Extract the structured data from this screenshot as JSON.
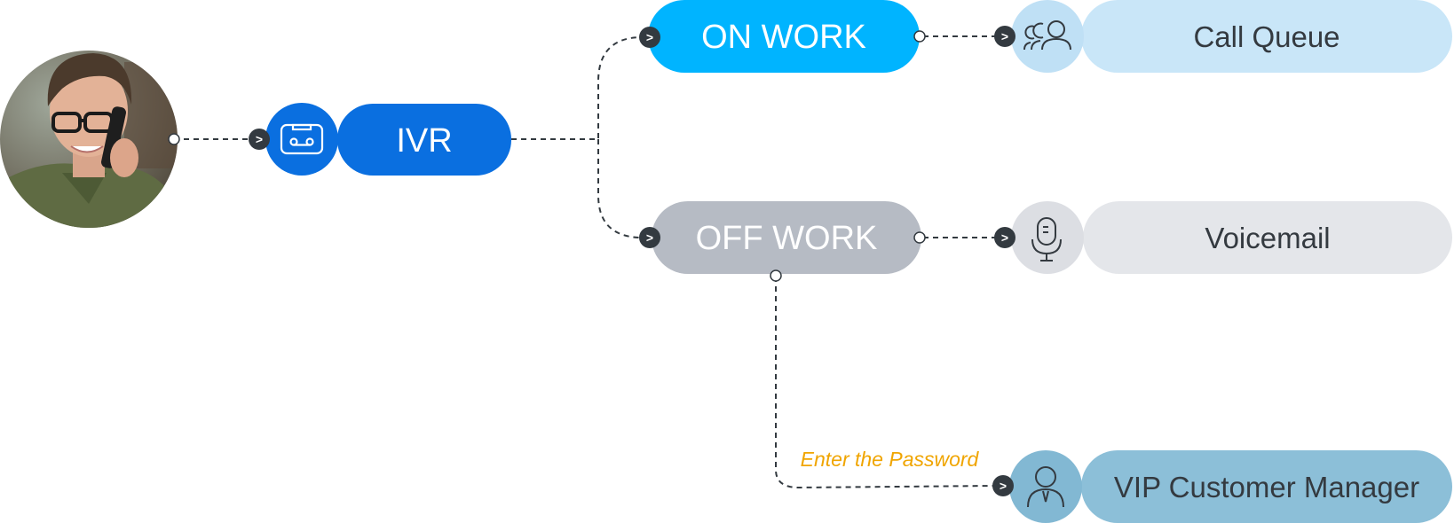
{
  "nodes": {
    "ivr": {
      "label": "IVR",
      "color": "#0a6fe0",
      "icon": "voicemail-tape-icon"
    },
    "on_work": {
      "label": "ON WORK",
      "color": "#00b4ff"
    },
    "off_work": {
      "label": "OFF WORK",
      "color": "#b6bbc4"
    },
    "call_queue": {
      "label": "Call Queue",
      "color": "#c9e6f8",
      "icon_bg": "#bfe0f5",
      "icon": "group-users-icon"
    },
    "voicemail": {
      "label": "Voicemail",
      "color": "#e4e6ea",
      "icon_bg": "#dcdee3",
      "icon": "microphone-icon"
    },
    "vip": {
      "label": "VIP Customer Manager",
      "color": "#8cbfd8",
      "icon_bg": "#82b8d3",
      "icon": "user-tie-icon"
    }
  },
  "edge_label": {
    "text": "Enter the Password",
    "color": "#f0a500"
  },
  "caller": {
    "icon": "caller-avatar"
  },
  "connector_glyph": ">",
  "colors": {
    "line": "#333a40",
    "connector": "#333a40",
    "text_dark": "#343a40",
    "text_light": "#ffffff"
  }
}
